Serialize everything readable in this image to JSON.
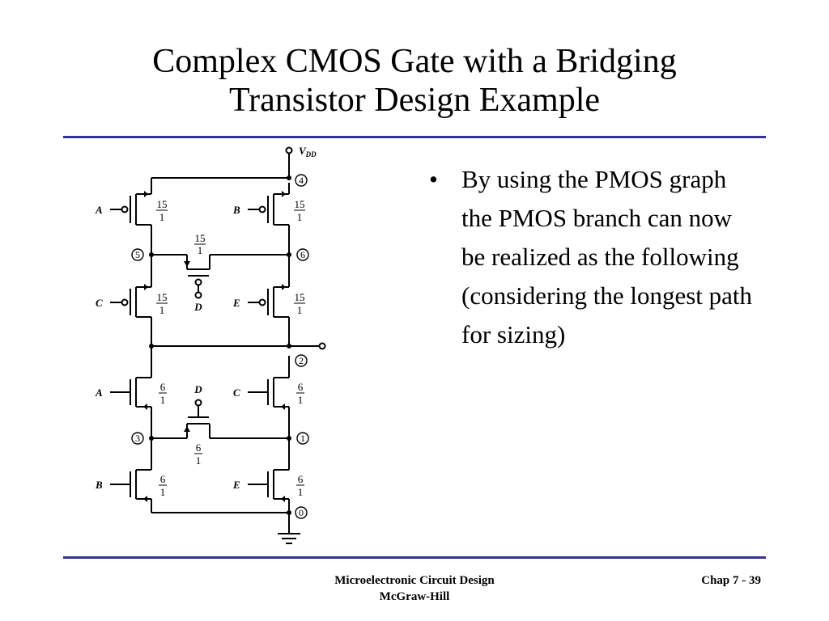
{
  "slide": {
    "title_line1": "Complex CMOS Gate with a Bridging",
    "title_line2": "Transistor Design Example",
    "bullet_text": "By using the PMOS graph the PMOS branch can now be realized as the following (considering the longest path for sizing)",
    "footer_book": "Microelectronic Circuit Design",
    "footer_publisher": "McGraw-Hill",
    "footer_chapter": "Chap 7 - 39"
  },
  "schematic": {
    "supply_label": "V",
    "supply_subscript": "DD",
    "nodes": {
      "n4": "4",
      "n5": "5",
      "n6": "6",
      "n2": "2",
      "n3": "3",
      "n1": "1",
      "n0": "0"
    },
    "pmos_ratio_num": "15",
    "nmos_ratio_num": "6",
    "ratio_den": "1",
    "inputs": {
      "pmos_A": "A",
      "pmos_B": "B",
      "pmos_C": "C",
      "pmos_E": "E",
      "pmos_D": "D",
      "nmos_A": "A",
      "nmos_C": "C",
      "nmos_B": "B",
      "nmos_E": "E",
      "nmos_D": "D"
    }
  }
}
